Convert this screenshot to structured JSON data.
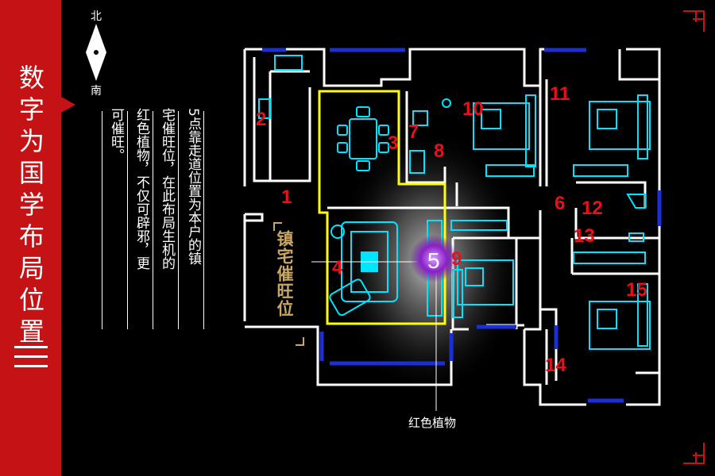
{
  "sidebar": {
    "title_chars": [
      "数",
      "字",
      "为",
      "国",
      "学",
      "布",
      "局",
      "位",
      "置"
    ],
    "decoration": "triple-lines"
  },
  "compass": {
    "north": "北",
    "south": "南"
  },
  "description": {
    "col1": "5点靠走道位置为本户的镇",
    "col2": "宅催旺位，在此布局生机的",
    "col3": "红色植物，不仅可辟邪，更",
    "col4": "可催旺。"
  },
  "highlight_label": "镇宅催旺位",
  "plant_callout": "红色植物",
  "rooms": {
    "r1": "1",
    "r2": "2",
    "r3": "3",
    "r4": "4",
    "r5": "5",
    "r6": "6",
    "r7": "7",
    "r8": "8",
    "r9": "9",
    "r10": "10",
    "r11": "11",
    "r12": "12",
    "r13": "13",
    "r14": "14",
    "r15": "15"
  },
  "colors": {
    "sidebar": "#c41215",
    "walls": "#ffffff",
    "windows": "#1b2fd6",
    "furniture": "#00e5ff",
    "zone": "#ffff00",
    "room_numbers": "#e8101a",
    "marker": "#8a1fc9",
    "accent_gold": "#c9a766"
  }
}
